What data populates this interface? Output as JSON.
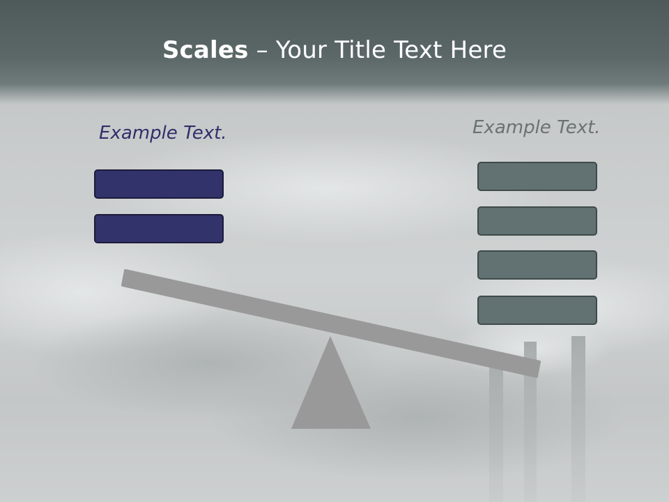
{
  "slide": {
    "title_bold": "Scales",
    "title_rest": " – Your Title Text Here",
    "left_label": "Example Text.",
    "right_label": "Example Text."
  },
  "colors": {
    "title_text": "#ffffff",
    "left_box_fill": "#33336b",
    "right_box_fill": "#627171",
    "beam_color": "#999999",
    "left_label": "#2f2f6a",
    "right_label": "#6a7272"
  },
  "icons": {
    "fulcrum": "triangle-fulcrum-icon",
    "beam": "seesaw-beam"
  }
}
